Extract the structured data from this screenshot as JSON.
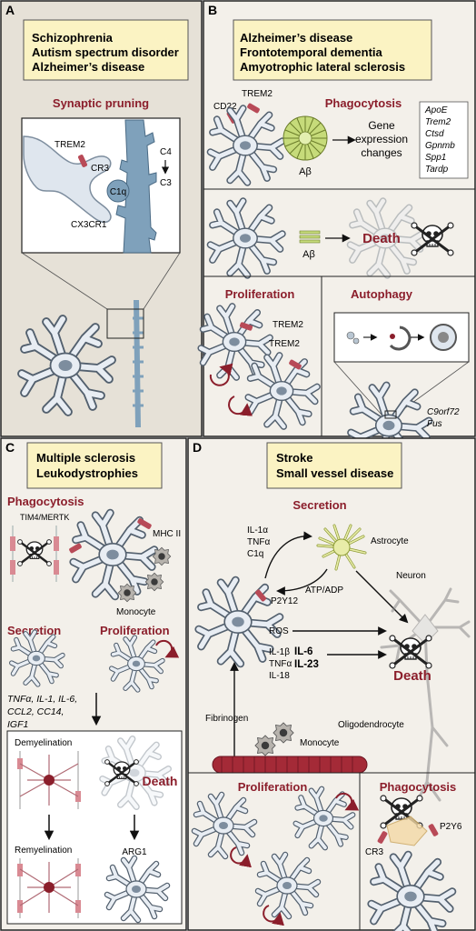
{
  "panelA": {
    "letter": "A",
    "diseases": [
      "Schizophrenia",
      "Autism spectrum disorder",
      "Alzheimer’s disease"
    ],
    "process": "Synaptic pruning",
    "labels": {
      "trem2": "TREM2",
      "cr3": "CR3",
      "cx3cr1": "CX3CR1",
      "c1q": "C1q",
      "c4": "C4",
      "c3": "C3"
    }
  },
  "panelB": {
    "letter": "B",
    "diseases": [
      "Alzheimer’s disease",
      "Frontotemporal dementia",
      "Amyotrophic lateral sclerosis"
    ],
    "phagocytosis": "Phagocytosis",
    "cd22": "CD22",
    "trem2": "TREM2",
    "abeta": "Aβ",
    "gene_expression": [
      "Gene",
      "expression",
      "changes"
    ],
    "genes": [
      "ApoE",
      "Trem2",
      "Ctsd",
      "Gpnmb",
      "Spp1",
      "Tardp"
    ],
    "death": "Death",
    "proliferation": "Proliferation",
    "autophagy": "Autophagy",
    "autophagy_genes": [
      "C9orf72",
      "Fus"
    ]
  },
  "panelC": {
    "letter": "C",
    "diseases": [
      "Multiple sclerosis",
      "Leukodystrophies"
    ],
    "phagocytosis": "Phagocytosis",
    "tim4": "TIM4/MERTK",
    "mhc": "MHC II",
    "monocyte": "Monocyte",
    "secretion": "Secretion",
    "proliferation": "Proliferation",
    "cytokines": [
      "TNFα, IL-1, IL-6,",
      "CCL2, CC14,",
      "IGF1"
    ],
    "demyelination": "Demyelination",
    "remyelination": "Remyelination",
    "death": "Death",
    "arg1": "ARG1"
  },
  "panelD": {
    "letter": "D",
    "diseases": [
      "Stroke",
      "Small vessel disease"
    ],
    "secretion": "Secretion",
    "cyto1": [
      "IL-1α",
      "TNFα",
      "C1q"
    ],
    "astrocyte": "Astrocyte",
    "atp": "ATP/ADP",
    "p2y12": "P2Y12",
    "neuron": "Neuron",
    "ros": "ROS",
    "cyto2_left": [
      "IL-1β",
      "TNFα",
      "IL-18"
    ],
    "cyto2_right": [
      "IL-6",
      "IL-23"
    ],
    "death": "Death",
    "fibrinogen": "Fibrinogen",
    "monocyte": "Monocyte",
    "oligodendrocyte": "Oligodendrocyte",
    "proliferation": "Proliferation",
    "phagocytosis": "Phagocytosis",
    "cr3": "CR3",
    "p2y6": "P2Y6"
  },
  "colors": {
    "panel_a_bg": "#e6e1d7",
    "panel_b_bg": "#f3f0ea",
    "title_box": "#fbf3c3",
    "accent": "#8b1e2b",
    "microglia_fill": "#dfe6ee",
    "dendrite": "#7fa1bb"
  }
}
